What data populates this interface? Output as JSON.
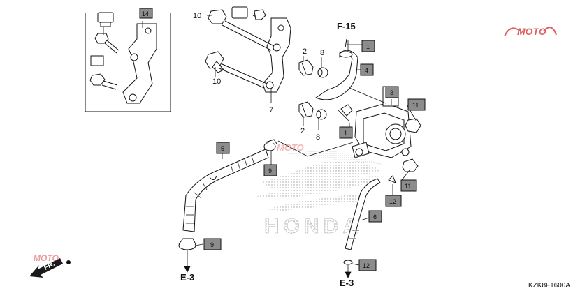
{
  "callouts": {
    "c2a": "2",
    "c2b": "2",
    "c8a": "8",
    "c8b": "8",
    "c7": "7",
    "c10a": "10",
    "c10b": "10",
    "box14": "14",
    "box1a": "1",
    "box1b": "1",
    "box3": "3",
    "box4": "4",
    "box5": "5",
    "box6": "6",
    "box9a": "9",
    "box9b": "9",
    "box11a": "11",
    "box11b": "11",
    "box12a": "12",
    "box12b": "12"
  },
  "refs": {
    "top": "F-15",
    "left": "E-3",
    "bottom": "E-3"
  },
  "direction": "FR.",
  "watermark": {
    "brand": "MOTO",
    "emblem": "HONDA"
  },
  "diagram_code": "KZK8F1600A",
  "colors": {
    "box_fill": "#8c8c8c",
    "line": "#111111",
    "watermark_red": "#d43a3a"
  }
}
